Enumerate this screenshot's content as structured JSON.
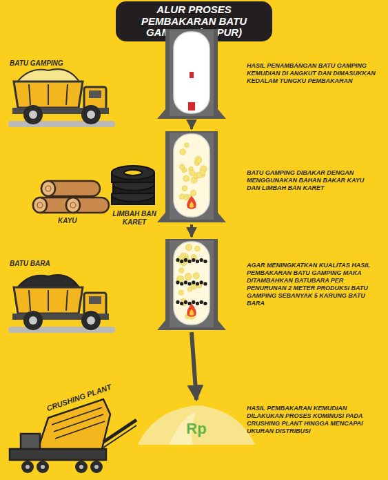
{
  "diagram": {
    "title": "ALUR PROSES PEMBAKARAN BATU GAMPING (KAPUR)",
    "nodes": [
      {
        "text": [
          "HASIL PENAMBANGAN BATU GAMPING KEMUDIAN DI ANGKUT DAN DIMASUKKAN KEDALAM TUNGKU PEMBAKARAN"
        ]
      },
      {
        "text": [
          "BATU GAMPING DIBAKAR DENGAN MENGGUNAKAN BAHAN BAKAR KAYU DAN LIMBAH BAN KARET"
        ]
      },
      {
        "text": [
          "AGAR MENINGKATKAN KUALITAS HASIL PEMBAKARAN BATU GAMPING MAKA DITAMBAHKAN BATUBARA PER PENURUNAN 2 METER PRODUKSI BATU GAMPING SEBANYAK 5 KARUNG BATU BARA"
        ]
      },
      {
        "text": [
          "Rp",
          "HASIL PEMBAKARAN KEMUDIAN DILAKUKAN PROSES KOMINUSI PADA CRUSHING PLANT HINGGA MENCAPAI UKURAN DISTRIBUSI"
        ]
      }
    ],
    "edges": [
      {
        "from": 0,
        "to": 1,
        "arrow": "to"
      },
      {
        "from": 1,
        "to": 2,
        "arrow": "to"
      },
      {
        "from": 2,
        "to": 3,
        "arrow": "to"
      }
    ],
    "labels": [
      "BATU GAMPING",
      "KAYU",
      "LIMBAH BAN KARET",
      "BATU BARA",
      "CRUSHING PLANT"
    ]
  }
}
